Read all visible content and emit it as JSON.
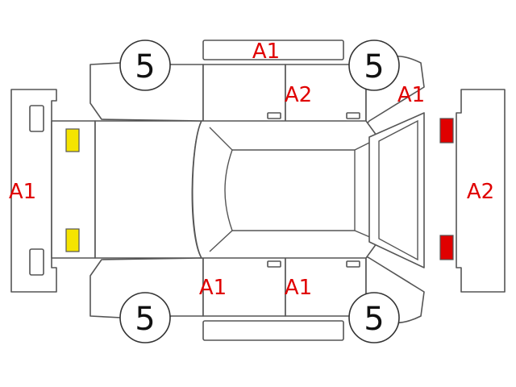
{
  "colors": {
    "outline": "#555555",
    "code_text": "#e00000",
    "front_lamp": "#f5e400",
    "rear_lamp": "#e00000"
  },
  "wheels": {
    "front_left": "5",
    "rear_left": "5",
    "front_right": "5",
    "rear_right": "5"
  },
  "damage_codes": {
    "front_bumper": "A1",
    "roof_rail_top": "A1",
    "rear_door_top": "A2",
    "rear_quarter_top": "A1",
    "rear_bumper": "A2",
    "front_door_bottom": "A1",
    "rear_door_bottom": "A1"
  }
}
